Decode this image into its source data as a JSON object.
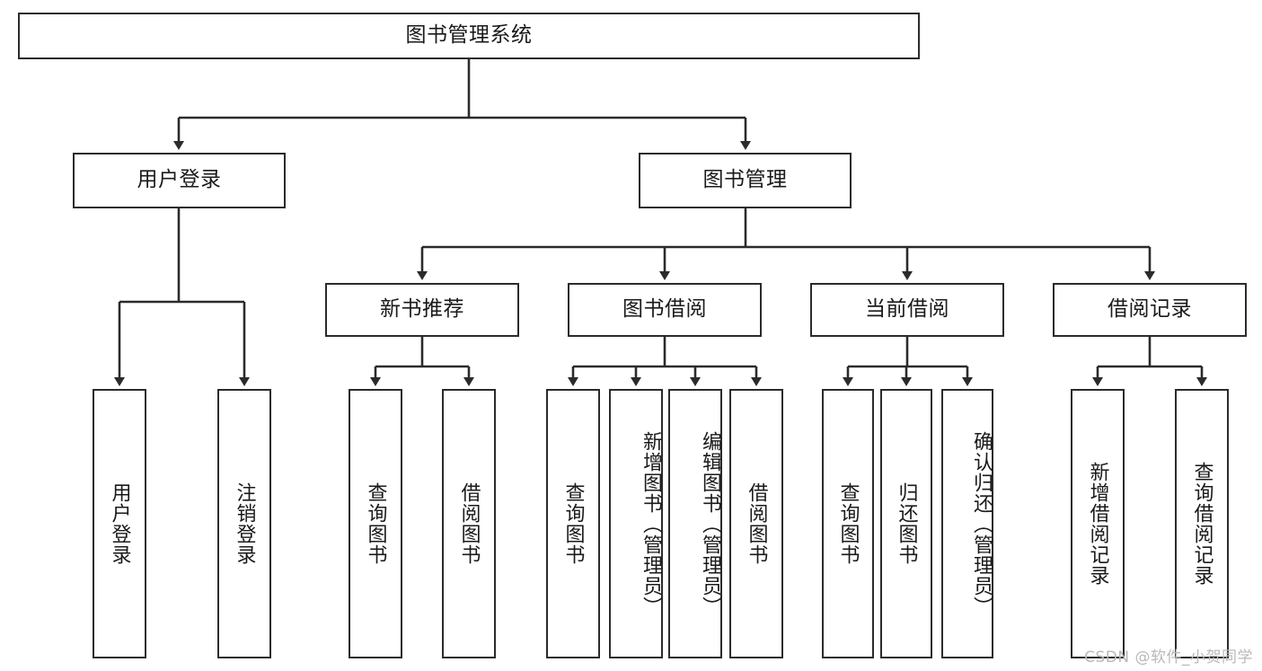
{
  "diagram": {
    "title": "图书管理系统",
    "type": "hierarchy-tree",
    "watermark": "CSDN @软件_小贺同学",
    "colors": {
      "border": "#2b2b2b",
      "background": "#ffffff",
      "text": "#1a1a1a",
      "connector": "#2b2b2b",
      "watermark": "#b9b9b9"
    },
    "nodes": {
      "root": {
        "label": "图书管理系统"
      },
      "level2": [
        {
          "id": "user-login",
          "label": "用户登录"
        },
        {
          "id": "book-manage",
          "label": "图书管理"
        }
      ],
      "level3": [
        {
          "id": "new-book-rec",
          "label": "新书推荐"
        },
        {
          "id": "book-borrow",
          "label": "图书借阅"
        },
        {
          "id": "current-borrow",
          "label": "当前借阅"
        },
        {
          "id": "borrow-record",
          "label": "借阅记录"
        }
      ],
      "leaves": {
        "user-login": [
          {
            "id": "leaf-user-login",
            "label": "用户登录"
          },
          {
            "id": "leaf-logout",
            "label": "注销登录"
          }
        ],
        "new-book-rec": [
          {
            "id": "leaf-query-book-1",
            "label": "查询图书"
          },
          {
            "id": "leaf-borrow-book-1",
            "label": "借阅图书"
          }
        ],
        "book-borrow": [
          {
            "id": "leaf-query-book-2",
            "label": "查询图书"
          },
          {
            "id": "leaf-add-book",
            "label": "新增图书（管理员）"
          },
          {
            "id": "leaf-edit-book",
            "label": "编辑图书（管理员）"
          },
          {
            "id": "leaf-borrow-book-2",
            "label": "借阅图书"
          }
        ],
        "current-borrow": [
          {
            "id": "leaf-query-book-3",
            "label": "查询图书"
          },
          {
            "id": "leaf-return-book",
            "label": "归还图书"
          },
          {
            "id": "leaf-confirm-return",
            "label": "确认归还（管理员）"
          }
        ],
        "borrow-record": [
          {
            "id": "leaf-add-record",
            "label": "新增借阅记录"
          },
          {
            "id": "leaf-query-record",
            "label": "查询借阅记录"
          }
        ]
      }
    }
  }
}
